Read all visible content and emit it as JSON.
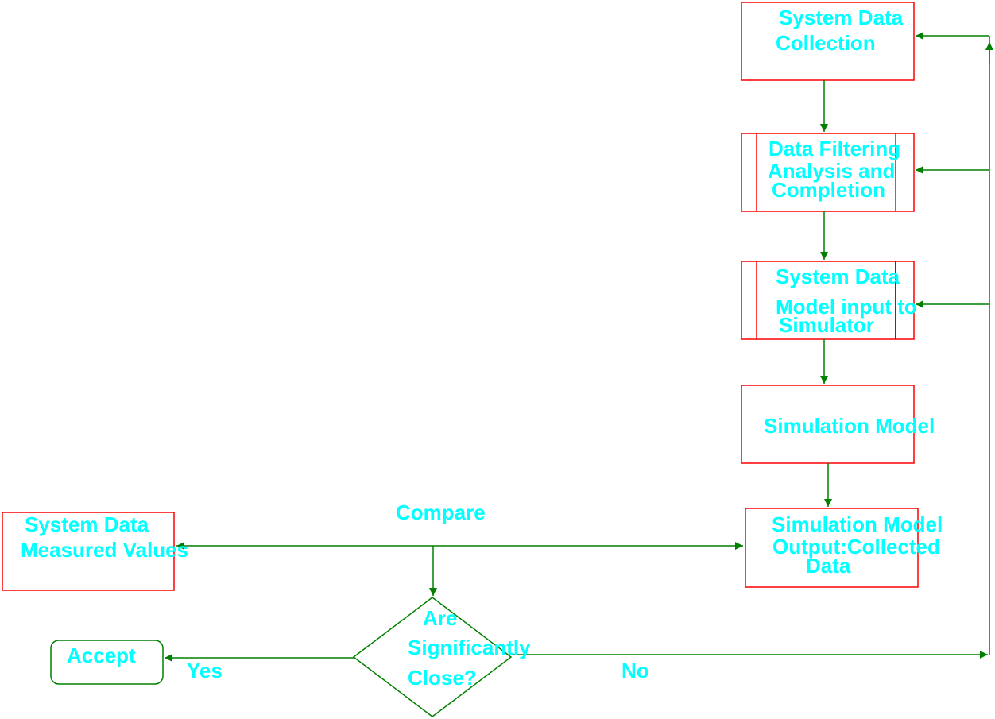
{
  "colors": {
    "box_stroke": "#ff0000",
    "flow_stroke": "#008000",
    "dark_stroke": "#000000",
    "text": "#00ffff",
    "background": "#ffffff"
  },
  "nodes": {
    "collection": {
      "line1": "System Data",
      "line2": "Collection"
    },
    "filtering": {
      "line1": "Data Filtering",
      "line2": "Analysis and",
      "line3": "Completion"
    },
    "model_input": {
      "line1": "System Data",
      "line2": "Model input to",
      "line3": "Simulator"
    },
    "simulation_model": {
      "line1": "Simulation Model"
    },
    "model_output": {
      "line1": "Simulation Model",
      "line2": "Output:Collected",
      "line3": "Data"
    },
    "measured": {
      "line1": "System Data",
      "line2": "Measured Values"
    },
    "decision": {
      "line1": "Are",
      "line2": "Significantly",
      "line3": "Close?"
    },
    "accept": {
      "line1": "Accept"
    }
  },
  "edge_labels": {
    "compare": "Compare",
    "yes": "Yes",
    "no": "No"
  }
}
